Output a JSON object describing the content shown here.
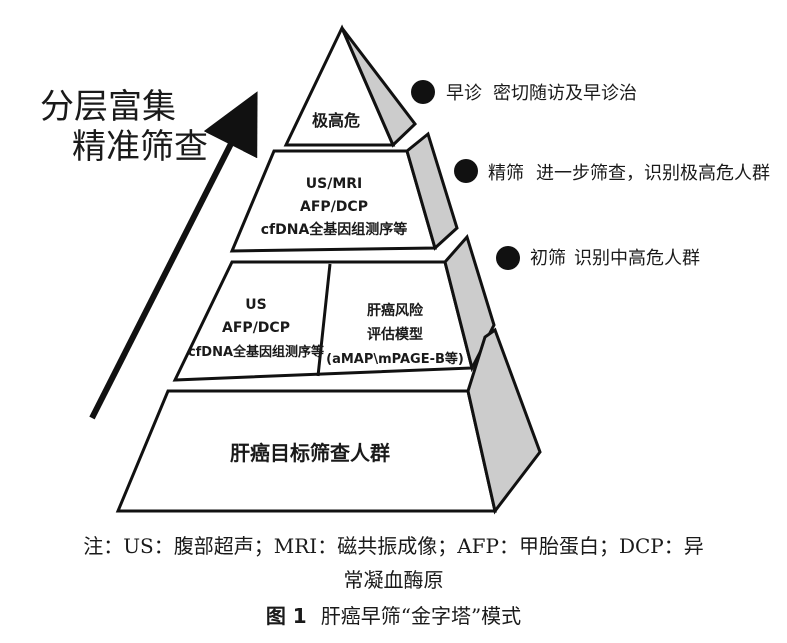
{
  "left_label": {
    "line1": "分层富集",
    "line2": "精准筛查"
  },
  "pyramid": {
    "top": "极高危",
    "tier2": [
      "US/MRI",
      "AFP/DCP",
      "cfDNA全基因组测序等"
    ],
    "tier3_left": [
      "US",
      "AFP/DCP",
      "cfDNA全基因组测序等"
    ],
    "tier3_right": [
      "肝癌风险",
      "评估模型",
      "(aMAP\\mPAGE-B等)"
    ],
    "base": "肝癌目标筛查人群"
  },
  "legend": [
    {
      "tag": "早诊",
      "text": "密切随访及早诊治"
    },
    {
      "tag": "精筛",
      "text": "进一步筛查，识别极高危人群"
    },
    {
      "tag": "初筛",
      "text": "识别中高危人群"
    }
  ],
  "note": {
    "line1": "注：US：腹部超声；MRI：磁共振成像；AFP：甲胎蛋白；DCP：异",
    "line2": "常凝血酶原"
  },
  "figure": {
    "label": "图 1",
    "title": "肝癌早筛“金字塔”模式"
  }
}
